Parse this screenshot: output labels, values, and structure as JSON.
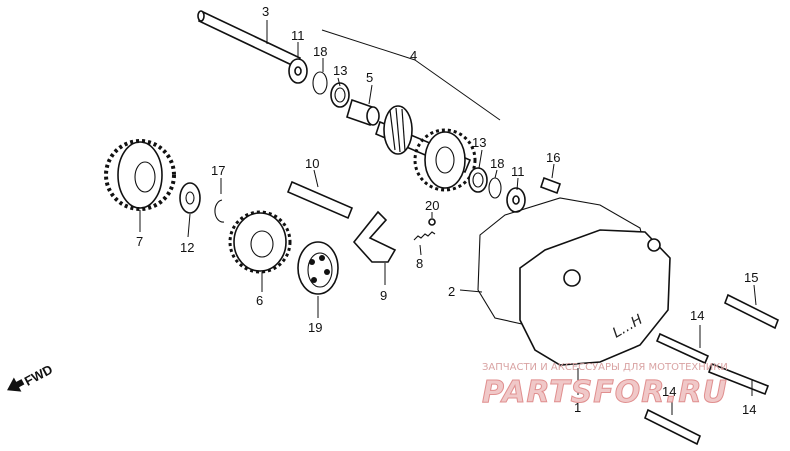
{
  "labels": {
    "p1": "1",
    "p2": "2",
    "p3": "3",
    "p4": "4",
    "p5": "5",
    "p6": "6",
    "p7": "7",
    "p8": "8",
    "p9": "9",
    "p10": "10",
    "p11a": "11",
    "p11b": "11",
    "p12": "12",
    "p13a": "13",
    "p13b": "13",
    "p14a": "14",
    "p14b": "14",
    "p14c": "14",
    "p15": "15",
    "p16": "16",
    "p17": "17",
    "p18a": "18",
    "p18b": "18",
    "p19": "19",
    "p20": "20"
  },
  "direction": {
    "text": "FWD"
  },
  "cover_marking": "L...H",
  "watermark": {
    "line1": "ЗАПЧАСТИ И АКСЕССУАРЫ ДЛЯ МОТОТЕХНИКИ",
    "line2": "PARTSFOR.RU"
  },
  "colors": {
    "ink": "#111111",
    "watermark": "#e08f8f"
  }
}
